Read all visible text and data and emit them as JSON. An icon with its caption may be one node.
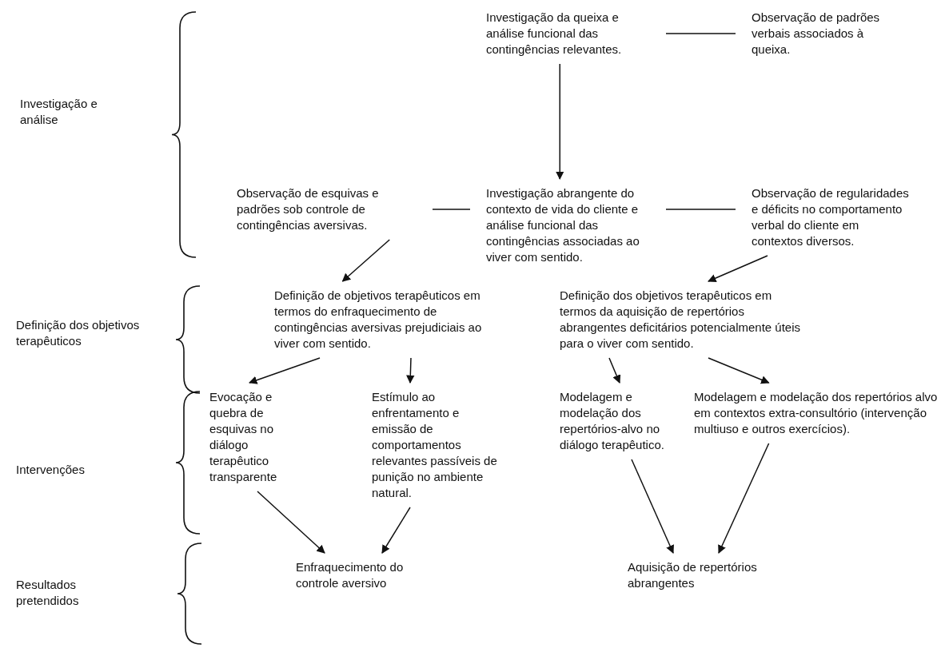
{
  "diagram": {
    "nodes": [
      {
        "text": [
          "Investigação da queixa e análise funcional das contingências relevantes."
        ]
      },
      {
        "text": [
          "Observação de padrões verbais associados à queixa."
        ]
      },
      {
        "text": [
          "Observação de esquivas e padrões sob controle de contingências aversivas."
        ]
      },
      {
        "text": [
          "Investigação abrangente do contexto de vida do cliente e análise funcional das contingências associadas ao viver com sentido."
        ]
      },
      {
        "text": [
          "Observação de regularidades e déficits no comportamento verbal do cliente em contextos diversos."
        ]
      },
      {
        "text": [
          "Definição de objetivos terapêuticos em termos do enfraquecimento de contingências aversivas prejudiciais ao viver com sentido."
        ]
      },
      {
        "text": [
          "Definição dos objetivos terapêuticos em termos da aquisição de repertórios abrangentes deficitários potencialmente úteis para o viver com sentido."
        ]
      },
      {
        "text": [
          "Evocação e quebra de esquivas no diálogo terapêutico transparente"
        ]
      },
      {
        "text": [
          "Estímulo ao enfrentamento e emissão de comportamentos relevantes passíveis de punição no ambiente natural."
        ]
      },
      {
        "text": [
          "Modelagem e modelação dos repertórios-alvo no diálogo terapêutico."
        ]
      },
      {
        "text": [
          "Modelagem e modelação dos repertórios alvo em contextos extra-consultório (intervenção multiuso e outros exercícios)."
        ]
      },
      {
        "text": [
          "Enfraquecimento do controle aversivo"
        ]
      },
      {
        "text": [
          "Aquisição de repertórios abrangentes"
        ]
      }
    ],
    "edges": [
      {
        "from": 0,
        "to": 1,
        "arrow": "none"
      },
      {
        "from": 0,
        "to": 3,
        "arrow": "to"
      },
      {
        "from": 2,
        "to": 3,
        "arrow": "none"
      },
      {
        "from": 3,
        "to": 4,
        "arrow": "none"
      },
      {
        "from": 2,
        "to": 5,
        "arrow": "to"
      },
      {
        "from": 4,
        "to": 6,
        "arrow": "to"
      },
      {
        "from": 5,
        "to": 7,
        "arrow": "to"
      },
      {
        "from": 5,
        "to": 8,
        "arrow": "to"
      },
      {
        "from": 6,
        "to": 9,
        "arrow": "to"
      },
      {
        "from": 6,
        "to": 10,
        "arrow": "to"
      },
      {
        "from": 7,
        "to": 11,
        "arrow": "to"
      },
      {
        "from": 8,
        "to": 11,
        "arrow": "to"
      },
      {
        "from": 9,
        "to": 12,
        "arrow": "to"
      },
      {
        "from": 10,
        "to": 12,
        "arrow": "to"
      }
    ],
    "labels": [
      "Investigação e análise",
      "Definição dos objetivos terapêuticos",
      "Intervenções",
      "Resultados pretendidos"
    ]
  }
}
